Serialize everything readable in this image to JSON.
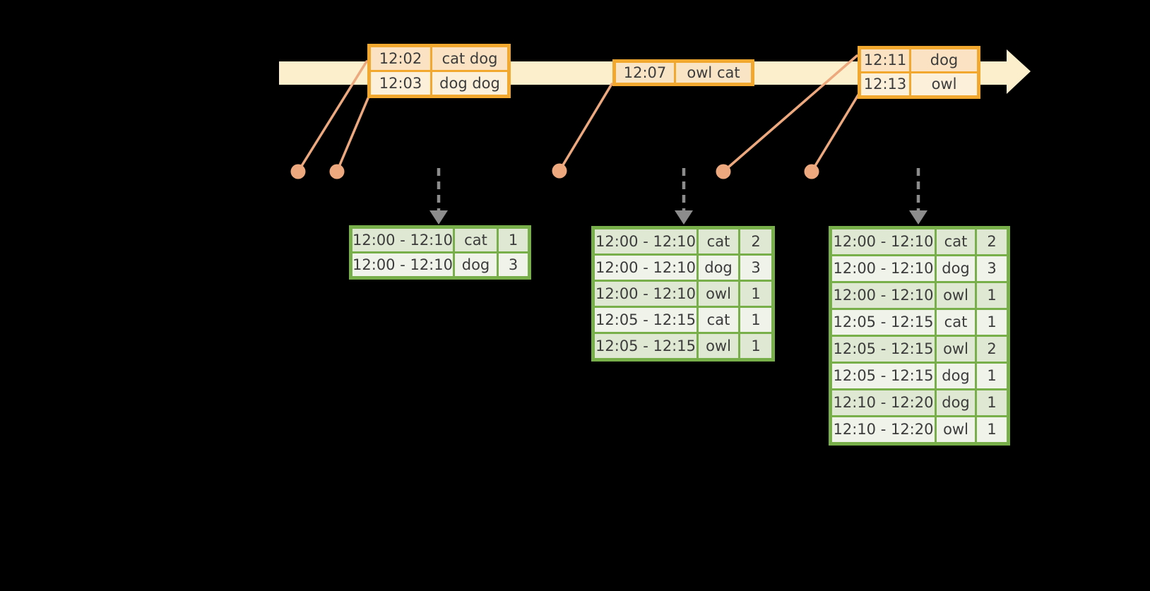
{
  "colors": {
    "background": "#000000",
    "timeline": "#FBF0CB",
    "orange-border": "#F2A72E",
    "orange-row-dark": "#FAE2C2",
    "orange-row-light": "#FCF0DB",
    "orange-row-mid": "#FAE4C6",
    "salmon": "#EDA87D",
    "green-border": "#79AF4B",
    "green-row-dark": "#DEE8D2",
    "green-row-light": "#EFF3EA",
    "gray-arrow": "#8C8C8C",
    "text": "#3C3C3C"
  },
  "event_tables": [
    {
      "id": "events-1",
      "rows": [
        [
          "12:02",
          "cat dog"
        ],
        [
          "12:03",
          "dog dog"
        ]
      ]
    },
    {
      "id": "events-2",
      "rows": [
        [
          "12:07",
          "owl cat"
        ]
      ]
    },
    {
      "id": "events-3",
      "rows": [
        [
          "12:11",
          "dog"
        ],
        [
          "12:13",
          "owl"
        ]
      ]
    }
  ],
  "result_tables": [
    {
      "id": "result-1",
      "rows": [
        [
          "12:00 - 12:10",
          "cat",
          "1"
        ],
        [
          "12:00 - 12:10",
          "dog",
          "3"
        ]
      ]
    },
    {
      "id": "result-2",
      "rows": [
        [
          "12:00 - 12:10",
          "cat",
          "2"
        ],
        [
          "12:00 - 12:10",
          "dog",
          "3"
        ],
        [
          "12:00 - 12:10",
          "owl",
          "1"
        ],
        [
          "12:05 - 12:15",
          "cat",
          "1"
        ],
        [
          "12:05 - 12:15",
          "owl",
          "1"
        ]
      ]
    },
    {
      "id": "result-3",
      "rows": [
        [
          "12:00 - 12:10",
          "cat",
          "2"
        ],
        [
          "12:00 - 12:10",
          "dog",
          "3"
        ],
        [
          "12:00 - 12:10",
          "owl",
          "1"
        ],
        [
          "12:05 - 12:15",
          "cat",
          "1"
        ],
        [
          "12:05 - 12:15",
          "owl",
          "2"
        ],
        [
          "12:05 - 12:15",
          "dog",
          "1"
        ],
        [
          "12:10 - 12:20",
          "dog",
          "1"
        ],
        [
          "12:10 - 12:20",
          "owl",
          "1"
        ]
      ]
    }
  ]
}
